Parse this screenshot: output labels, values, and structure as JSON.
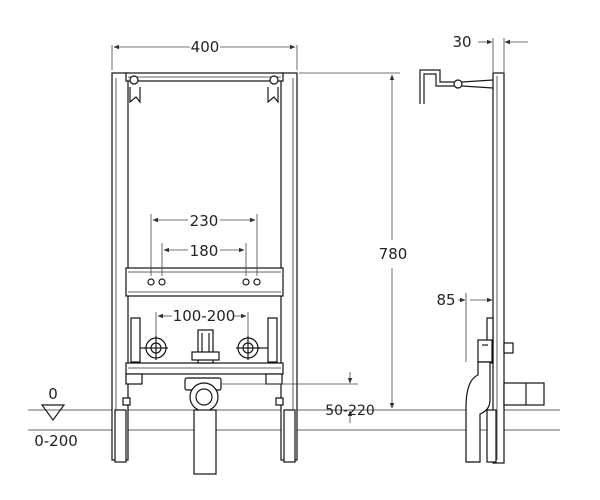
{
  "front_view": {
    "width_label": "400",
    "outer_pipe_spacing_label": "230",
    "inner_pipe_spacing_label": "180",
    "valve_spacing_label": "100-200",
    "height_label": "780",
    "drain_height_label": "50-220"
  },
  "floor_level": {
    "zero_label": "0",
    "adjust_label": "0-200"
  },
  "side_view": {
    "frame_depth_label": "30",
    "pipe_depth_label": "85"
  }
}
